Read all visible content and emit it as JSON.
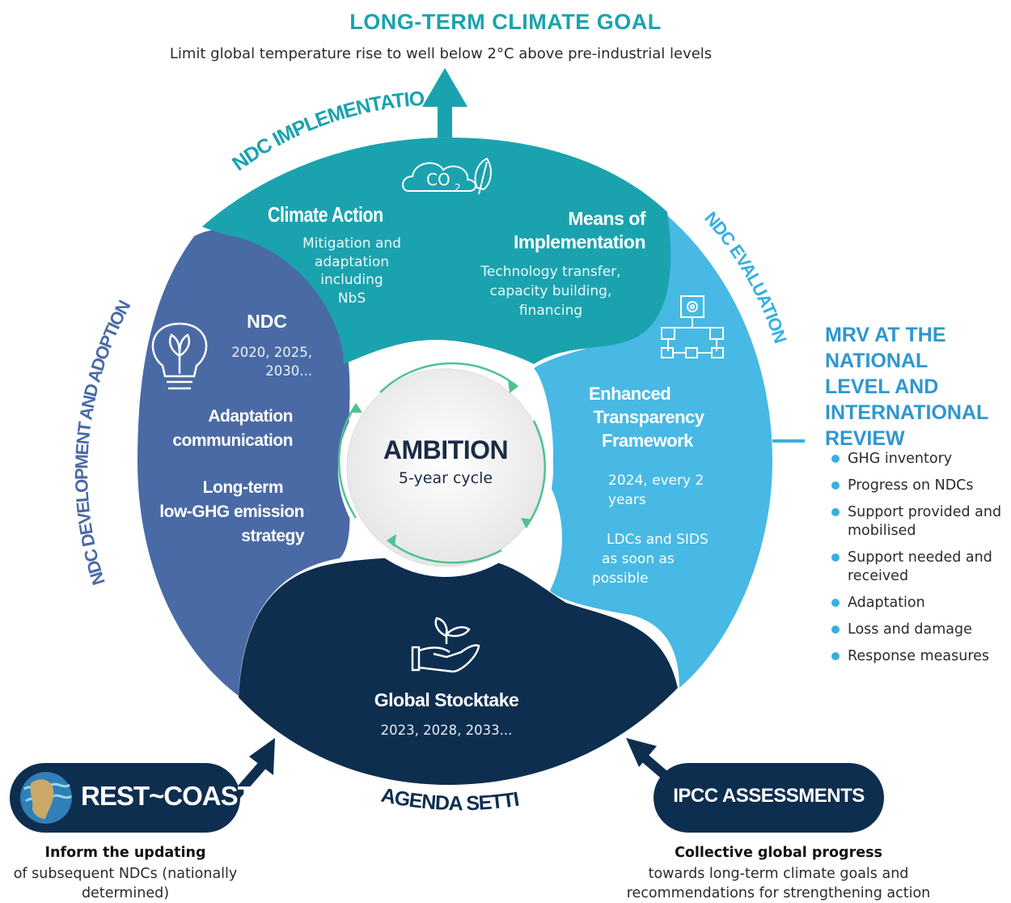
{
  "goal": {
    "title": "LONG-TERM CLIMATE GOAL",
    "subtitle": "Limit global temperature rise to well below 2°C above pre-industrial levels"
  },
  "ring": {
    "implementation": "NDC IMPLEMENTATION",
    "evaluation": "NDC EVALUATION",
    "development": "NDC DEVELOPMENT AND ADOPTION",
    "agenda": "AGENDA SETTING"
  },
  "climate_action": {
    "title": "Climate Action",
    "lines": [
      "Mitigation and",
      "adaptation",
      "including",
      "NbS"
    ]
  },
  "means": {
    "title_lines": [
      "Means of",
      "Implementation"
    ],
    "lines": [
      "Technology transfer,",
      "capacity building,",
      "financing"
    ]
  },
  "co2_label": "CO",
  "co2_sub": "2",
  "ndc": {
    "title": "NDC",
    "years": [
      "2020, 2025,",
      "2030..."
    ]
  },
  "adaptation_comm": [
    "Adaptation",
    "communication"
  ],
  "long_term": [
    "Long-term",
    "low-GHG emission",
    "strategy"
  ],
  "center": {
    "title": "AMBITION",
    "subtitle": "5-year cycle"
  },
  "etf": {
    "title_lines": [
      "Enhanced",
      "Transparency",
      "Framework"
    ],
    "freq": [
      "2024, every 2",
      "years"
    ],
    "ldc": [
      "LDCs and SIDS",
      "as soon as",
      "possible"
    ]
  },
  "stocktake": {
    "title": "Global Stocktake",
    "years": "2023, 2028, 2033..."
  },
  "mrv": {
    "title_lines": [
      "MRV AT THE NATIONAL",
      "LEVEL AND",
      "INTERNATIONAL",
      "REVIEW"
    ],
    "items": [
      "GHG inventory",
      "Progress on NDCs",
      "Support provided and mobilised",
      "Support needed and received",
      "Adaptation",
      "Loss and damage",
      "Response measures"
    ]
  },
  "restcoast": {
    "label": "REST~COAST",
    "foot_bold": "Inform the updating",
    "foot_lines": [
      "of subsequent NDCs (nationally",
      "determined)"
    ]
  },
  "ipcc": {
    "label": "IPCC ASSESSMENTS",
    "foot_bold": "Collective global progress",
    "foot_lines": [
      "towards long-term climate goals and",
      "recommendations for strengthening action"
    ]
  },
  "colors": {
    "teal": "#1aa3ae",
    "sky": "#47b9e4",
    "slate": "#4a6aa5",
    "navy": "#0e2e50",
    "accent": "#35b0e2",
    "cycle_arrow": "#4fc38f"
  }
}
